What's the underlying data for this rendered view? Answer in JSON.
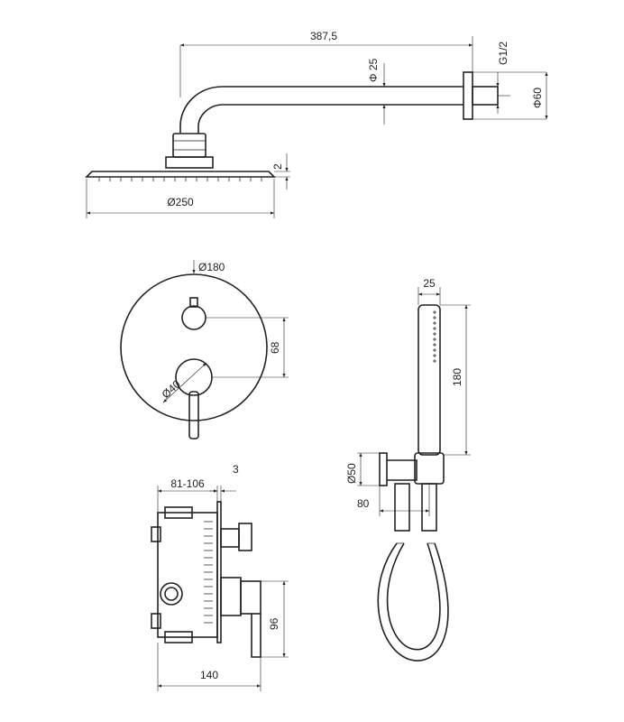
{
  "dimensions": {
    "arm_length": "387,5",
    "arm_diameter": "Φ 25",
    "thread": "G1/2",
    "flange_diameter": "Φ60",
    "head_thickness": "2",
    "head_diameter": "Ø250",
    "plate_diameter": "Ø180",
    "handle_spacing": "68",
    "handle_diameter": "Ø40",
    "hand_shower_width": "25",
    "hand_shower_length": "180",
    "holder_diameter": "Ø50",
    "holder_depth": "80",
    "body_depth_range": "81-106",
    "plate_thickness": "3",
    "body_width": "140",
    "body_height": "96"
  },
  "colors": {
    "line": "#222222",
    "background": "#ffffff"
  }
}
